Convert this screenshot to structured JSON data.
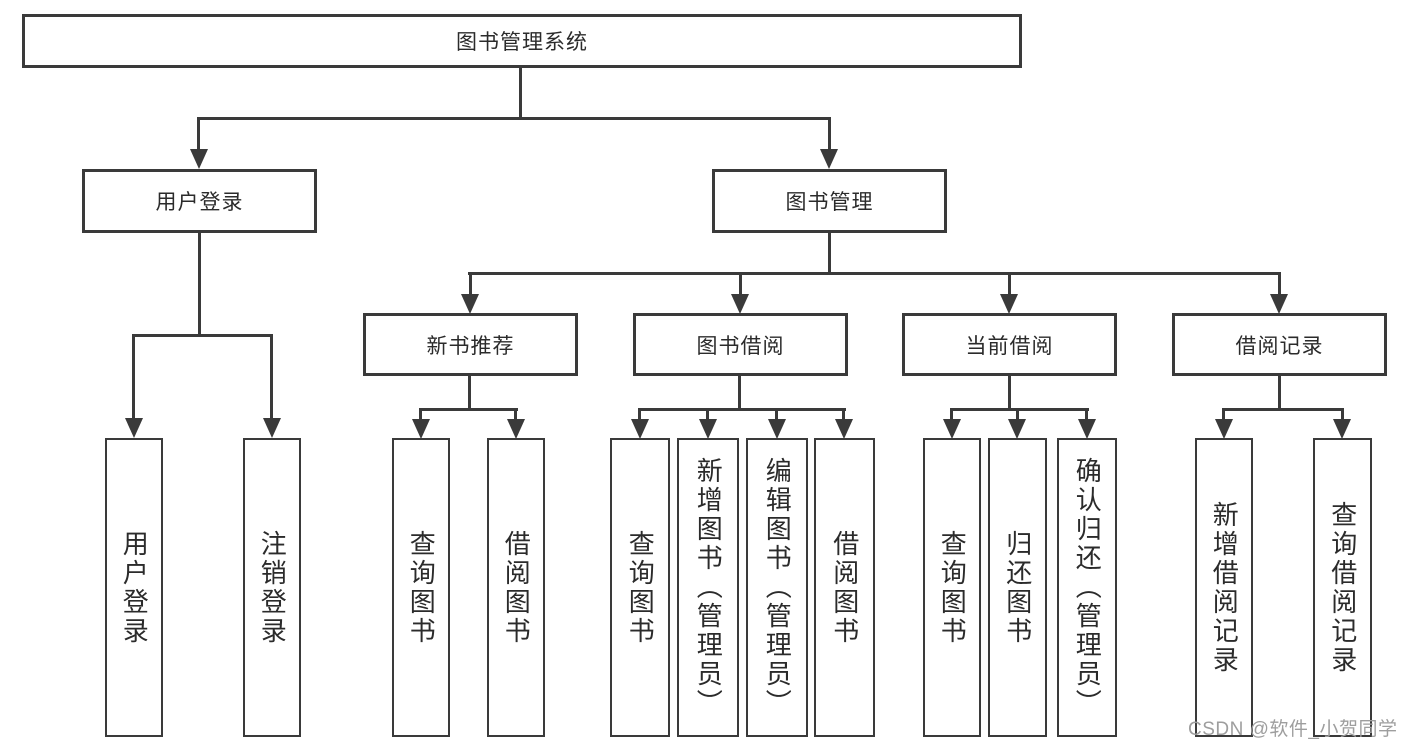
{
  "diagram_type": "functional-structure-tree",
  "colors": {
    "line": "#3a3a3a",
    "text": "#2b2b2b",
    "background": "#ffffff",
    "watermark": "#9e9e9e"
  },
  "tree": {
    "label": "图书管理系统",
    "children": [
      {
        "label": "用户登录",
        "children": [
          {
            "label": "用户登录"
          },
          {
            "label": "注销登录"
          }
        ]
      },
      {
        "label": "图书管理",
        "children": [
          {
            "label": "新书推荐",
            "children": [
              {
                "label": "查询图书"
              },
              {
                "label": "借阅图书"
              }
            ]
          },
          {
            "label": "图书借阅",
            "children": [
              {
                "label": "查询图书"
              },
              {
                "label": "新增图书（管理员）"
              },
              {
                "label": "编辑图书（管理员）"
              },
              {
                "label": "借阅图书"
              }
            ]
          },
          {
            "label": "当前借阅",
            "children": [
              {
                "label": "查询图书"
              },
              {
                "label": "归还图书"
              },
              {
                "label": "确认归还（管理员）"
              }
            ]
          },
          {
            "label": "借阅记录",
            "children": [
              {
                "label": "新增借阅记录"
              },
              {
                "label": "查询借阅记录"
              }
            ]
          }
        ]
      }
    ]
  },
  "watermark": "CSDN @软件_小贺同学"
}
